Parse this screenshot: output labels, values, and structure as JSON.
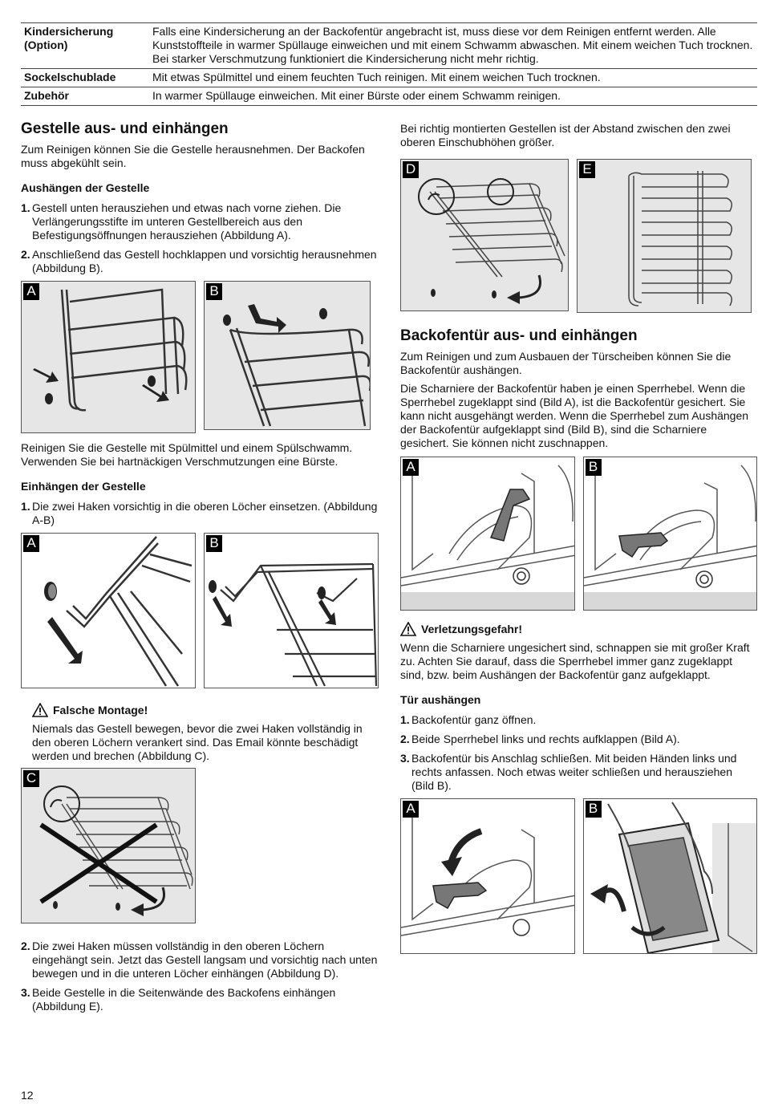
{
  "table": [
    {
      "key": "Kindersicherung (Option)",
      "value": "Falls eine Kindersicherung an der Backofentür angebracht ist, muss diese vor dem Reinigen entfernt werden. Alle Kunststoffteile in warmer Spüllauge einweichen und mit einem Schwamm abwaschen. Mit einem weichen Tuch trocknen. Bei starker Verschmutzung funktioniert die Kindersicherung nicht mehr richtig."
    },
    {
      "key": "Sockelschublade",
      "value": "Mit etwas Spülmittel und einem feuchten Tuch reinigen. Mit einem weichen Tuch trocknen."
    },
    {
      "key": "Zubehör",
      "value": "In warmer Spüllauge einweichen. Mit einer Bürste oder einem Schwamm reinigen."
    }
  ],
  "left": {
    "heading": "Gestelle aus- und einhängen",
    "intro": "Zum Reinigen können Sie die Gestelle herausnehmen. Der Backofen muss abgekühlt sein.",
    "sub1": "Aushängen der Gestelle",
    "steps1": [
      {
        "n": "1.",
        "t": "Gestell unten herausziehen und etwas nach vorne ziehen. Die Verlängerungsstifte im unteren Gestellbereich aus den Befestigungsöffnungen herausziehen (Abbildung A)."
      },
      {
        "n": "2.",
        "t": "Anschließend das Gestell hochklappen und vorsichtig herausnehmen (Abbildung B)."
      }
    ],
    "fig_a": "A",
    "fig_b": "B",
    "fig_c": "C",
    "clean_text": "Reinigen Sie die Gestelle mit Spülmittel und einem Spülschwamm. Verwenden Sie bei hartnäckigen Verschmutzungen eine Bürste.",
    "sub2": "Einhängen der Gestelle",
    "steps2": [
      {
        "n": "1.",
        "t": "Die zwei Haken vorsichtig in die oberen Löcher einsetzen. (Abbildung  A-B)"
      }
    ],
    "warning_title": "Falsche Montage!",
    "warning_text": "Niemals das Gestell bewegen, bevor die zwei Haken vollständig in den oberen Löchern verankert sind. Das Email könnte beschädigt werden und brechen (Abbildung C).",
    "steps3": [
      {
        "n": "2.",
        "t": "Die zwei Haken müssen vollständig in den oberen Löchern eingehängt sein. Jetzt das Gestell langsam und vorsichtig nach unten bewegen und in die unteren Löcher einhängen (Abbildung  D)."
      },
      {
        "n": "3.",
        "t": "Beide Gestelle in die Seitenwände des Backofens einhängen (Abbildung  E)."
      }
    ]
  },
  "right": {
    "intro": "Bei richtig montierten Gestellen ist der Abstand zwischen den zwei oberen Einschubhöhen größer.",
    "fig_d": "D",
    "fig_e": "E",
    "heading": "Backofentür aus- und einhängen",
    "p1": "Zum Reinigen und zum Ausbauen der Türscheiben können Sie die Backofentür aushängen.",
    "p2": "Die Scharniere der Backofentür haben je einen Sperrhebel. Wenn die Sperrhebel zugeklappt sind (Bild A), ist die Backofentür gesichert. Sie kann nicht ausgehängt werden. Wenn die Sperrhebel zum Aushängen der Backofentür aufgeklappt sind (Bild B), sind die Scharniere gesichert. Sie können nicht zuschnappen.",
    "fig_a": "A",
    "fig_b": "B",
    "warning_title": "Verletzungsgefahr!",
    "warning_text": "Wenn die Scharniere ungesichert sind, schnappen sie mit großer Kraft zu. Achten Sie darauf, dass die Sperrhebel immer ganz zugeklappt sind, bzw. beim Aushängen der Backofentür ganz aufgeklappt.",
    "sub": "Tür aushängen",
    "steps": [
      {
        "n": "1.",
        "t": "Backofentür ganz öffnen."
      },
      {
        "n": "2.",
        "t": "Beide Sperrhebel links und rechts aufklappen (Bild A)."
      },
      {
        "n": "3.",
        "t": "Backofentür bis Anschlag schließen. Mit beiden Händen links und rechts anfassen. Noch etwas weiter schließen und herausziehen (Bild B)."
      }
    ]
  },
  "page_number": "12"
}
